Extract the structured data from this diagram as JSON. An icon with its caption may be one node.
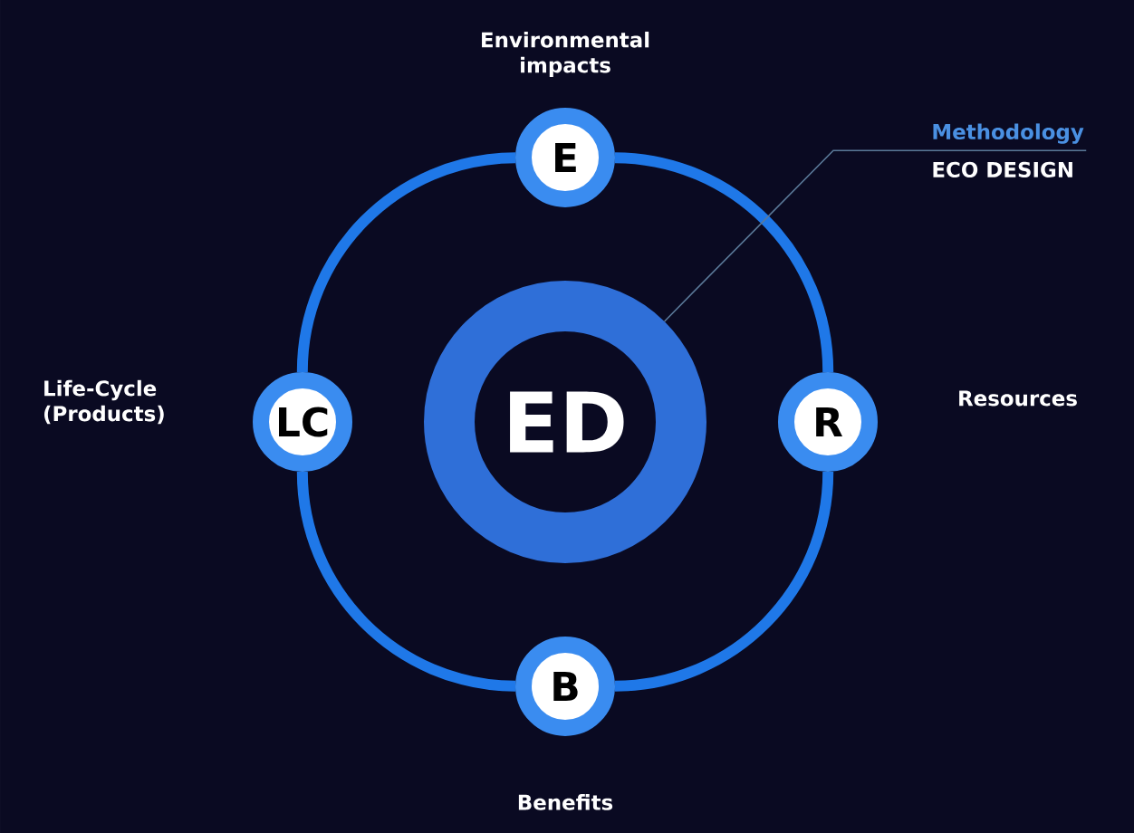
{
  "diagram": {
    "nodes": [
      {
        "text": [
          "ED"
        ]
      },
      {
        "text": [
          "E"
        ],
        "beside": [
          "Environmental impacts"
        ]
      },
      {
        "text": [
          "R"
        ]
      },
      {
        "text": [
          "B"
        ],
        "beside": [
          "Benefits"
        ]
      },
      {
        "text": [
          "LC"
        ]
      },
      {
        "text": [
          "Methodology",
          "ECO DESIGN"
        ]
      }
    ],
    "edges": [
      {
        "from": 1,
        "to": 2,
        "arrow": "none"
      },
      {
        "from": 2,
        "to": 3,
        "arrow": "none"
      },
      {
        "from": 3,
        "to": 4,
        "arrow": "none"
      },
      {
        "from": 4,
        "to": 1,
        "arrow": "none"
      },
      {
        "from": 5,
        "to": 0,
        "arrow": "none",
        "color": "#5b7a99"
      }
    ],
    "labels": [
      "Life-Cycle (Products)",
      "Resources"
    ]
  }
}
